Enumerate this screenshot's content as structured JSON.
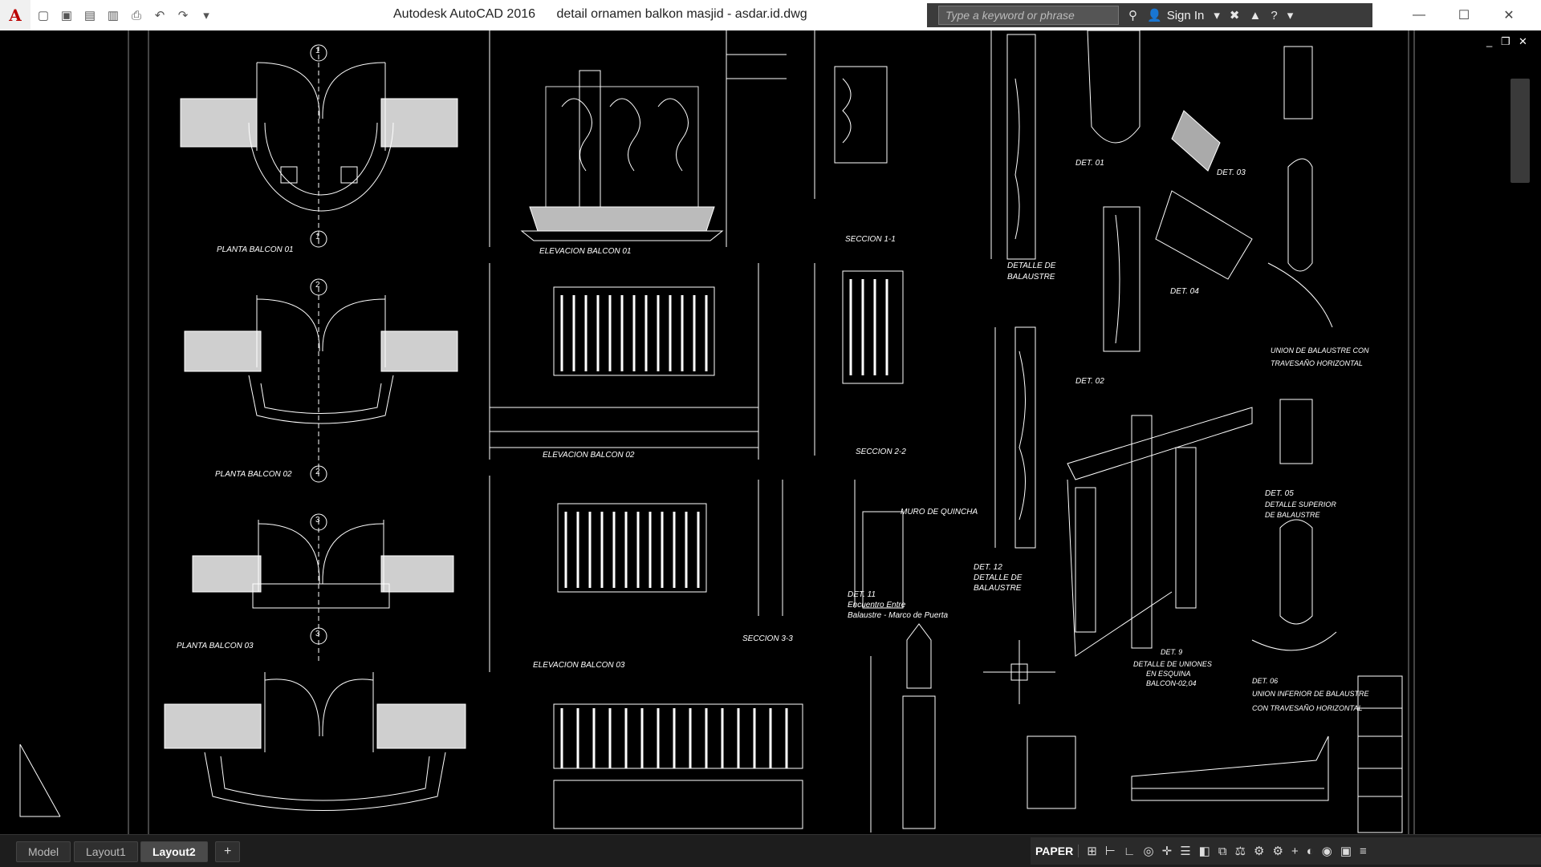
{
  "app": {
    "icon_letter": "A",
    "title": "Autodesk AutoCAD 2016",
    "filename": "detail ornamen balkon masjid - asdar.id.dwg"
  },
  "qat": {
    "icons": [
      "app-menu-icon",
      "new-file-icon",
      "open-icon",
      "save-icon",
      "save-as-icon",
      "plot-icon",
      "undo-icon",
      "redo-icon",
      "qat-menu-icon"
    ],
    "glyphs": [
      "▢",
      "▣",
      "▤",
      "▥",
      "⎙",
      "↶",
      "↷",
      "▾"
    ]
  },
  "infocenter": {
    "search_placeholder": "Type a keyword or phrase",
    "sign_in": "Sign In"
  },
  "window": {
    "minimize": "—",
    "maximize": "☐",
    "close": "✕"
  },
  "viewport_controls": {
    "minimize": "_",
    "restore": "❐",
    "close": "✕"
  },
  "drawing_labels": [
    {
      "id": "planta-01",
      "text": "PLANTA BALCON 01"
    },
    {
      "id": "elev-01",
      "text": "ELEVACION BALCON 01"
    },
    {
      "id": "secc-11",
      "text": "SECCION 1-1"
    },
    {
      "id": "det-balaustre",
      "text": "DETALLE DE"
    },
    {
      "id": "det-balaustre2",
      "text": "BALAUSTRE"
    },
    {
      "id": "det-01",
      "text": "DET. 01"
    },
    {
      "id": "det-03",
      "text": "DET. 03"
    },
    {
      "id": "det-04",
      "text": "DET. 04"
    },
    {
      "id": "det-02",
      "text": "DET. 02"
    },
    {
      "id": "union1",
      "text": "UNION DE BALAUSTRE CON"
    },
    {
      "id": "union2",
      "text": "TRAVESAÑO HORIZONTAL"
    },
    {
      "id": "planta-02",
      "text": "PLANTA BALCON 02"
    },
    {
      "id": "elev-02",
      "text": "ELEVACION BALCON 02"
    },
    {
      "id": "secc-22",
      "text": "SECCION 2-2"
    },
    {
      "id": "muro",
      "text": "MURO DE QUINCHA"
    },
    {
      "id": "det-11",
      "text": "DET. 11"
    },
    {
      "id": "det-11b",
      "text": "Encuentro Entre"
    },
    {
      "id": "det-11c",
      "text": "Balaustre - Marco de Puerta"
    },
    {
      "id": "det-12",
      "text": "DET. 12"
    },
    {
      "id": "det-12b",
      "text": "DETALLE DE"
    },
    {
      "id": "det-12c",
      "text": "BALAUSTRE"
    },
    {
      "id": "det-05",
      "text": "DET. 05"
    },
    {
      "id": "det-05b",
      "text": "DETALLE SUPERIOR"
    },
    {
      "id": "det-05c",
      "text": "DE BALAUSTRE"
    },
    {
      "id": "planta-03",
      "text": "PLANTA BALCON 03"
    },
    {
      "id": "elev-03",
      "text": "ELEVACION BALCON 03"
    },
    {
      "id": "secc-33",
      "text": "SECCION 3-3"
    },
    {
      "id": "det-9",
      "text": "DET. 9"
    },
    {
      "id": "det-9b",
      "text": "DETALLE DE UNIONES"
    },
    {
      "id": "det-9c",
      "text": "EN ESQUINA"
    },
    {
      "id": "det-9d",
      "text": "BALCON-02,04"
    },
    {
      "id": "det-06",
      "text": "DET. 06"
    },
    {
      "id": "det-06b",
      "text": "UNION INFERIOR DE BALAUSTRE"
    },
    {
      "id": "det-06c",
      "text": "CON TRAVESAÑO HORIZONTAL"
    }
  ],
  "section_markers": [
    "1",
    "1",
    "2",
    "2",
    "3",
    "3"
  ],
  "tabs": [
    {
      "label": "Model",
      "active": false
    },
    {
      "label": "Layout1",
      "active": false
    },
    {
      "label": "Layout2",
      "active": true
    }
  ],
  "tab_add": "+",
  "status": {
    "paper_label": "PAPER",
    "icons": [
      "grid-icon",
      "snap-icon",
      "ortho-icon",
      "polar-icon",
      "osnap-icon",
      "lineweight-icon",
      "transparency-icon",
      "selection-cycling-icon",
      "annotation-scale-icon",
      "workspace-icon",
      "gear-icon",
      "add-icon",
      "isolate-icon",
      "hardware-accel-icon",
      "clean-screen-icon",
      "customize-icon"
    ],
    "glyphs": [
      "⊞",
      "⊢",
      "∟",
      "◎",
      "✛",
      "☰",
      "◧",
      "⧉",
      "⚖",
      "⚙",
      "⚙",
      "+",
      "◐",
      "◉",
      "▣",
      "≡"
    ]
  },
  "colors": {
    "background": "#000000",
    "lines": "#ffffff",
    "titlebar": "#ffffff",
    "infocenter": "#3b3b3b",
    "tabbar": "#1d1d1d"
  }
}
